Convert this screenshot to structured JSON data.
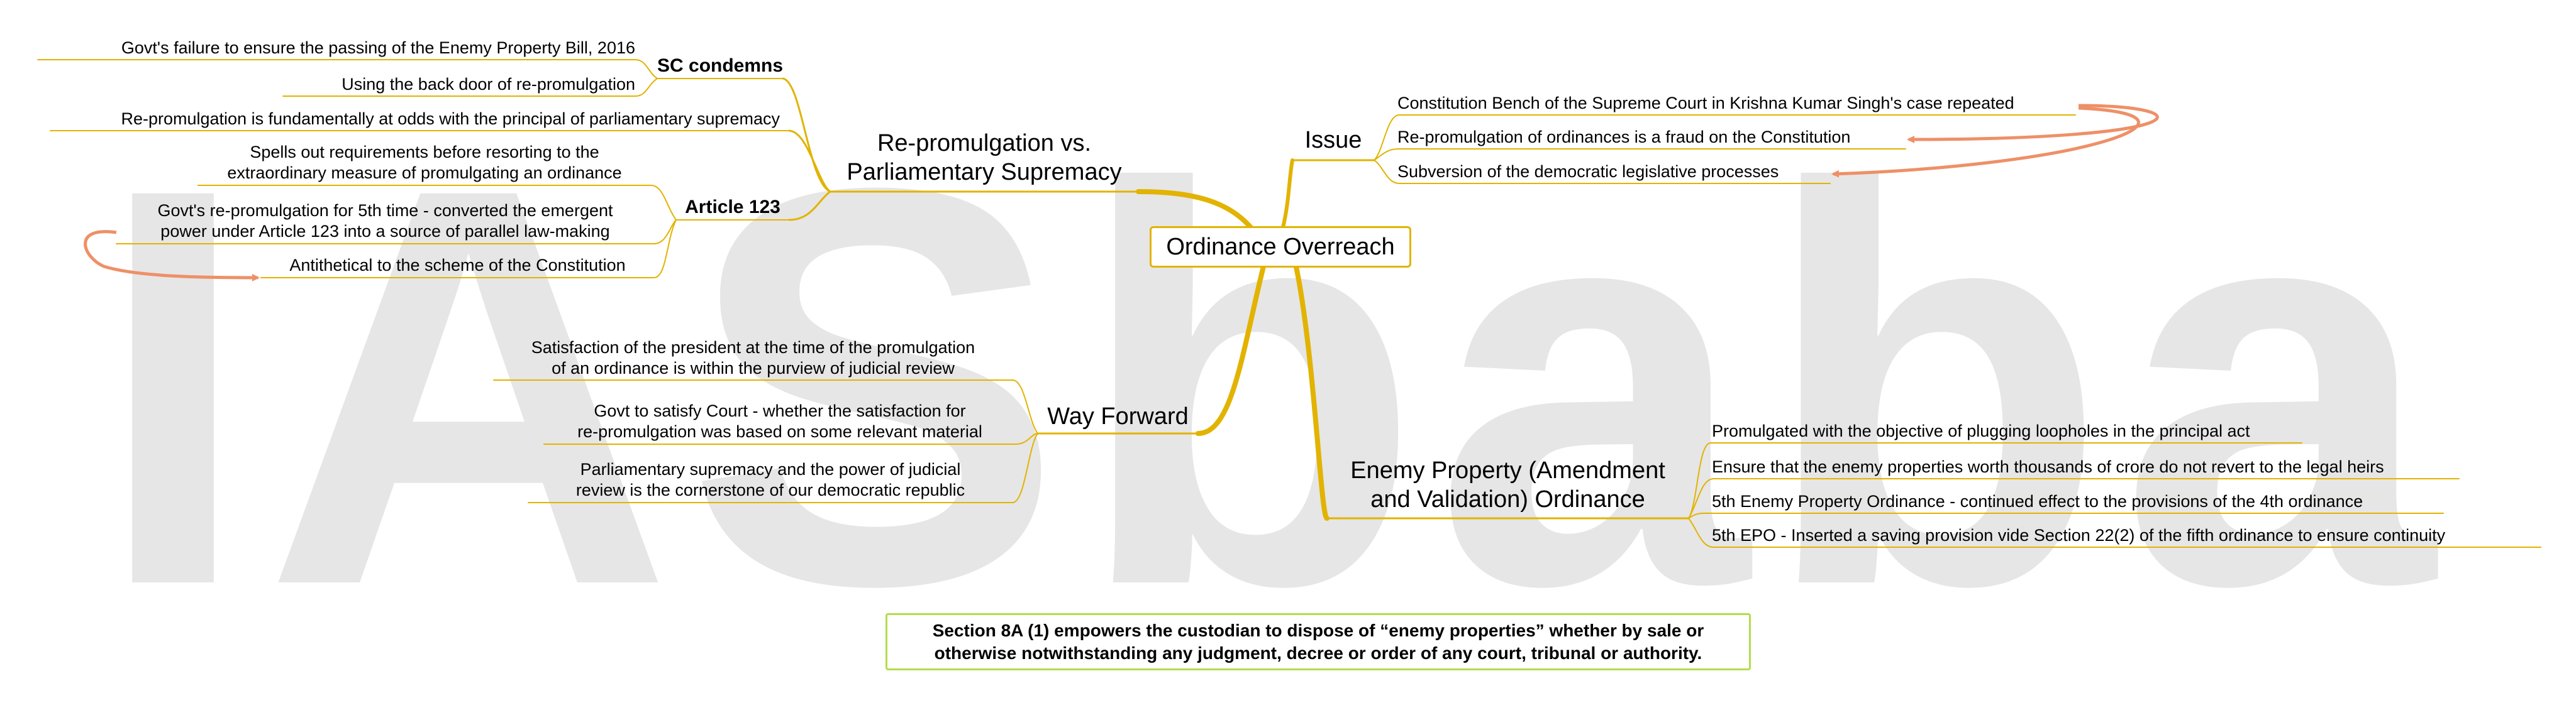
{
  "watermark": "IASbaba",
  "central": "Ordinance Overreach",
  "branches": {
    "repromulgation": {
      "title_line1": "Re-promulgation vs.",
      "title_line2": "Parliamentary Supremacy",
      "sc_condemns": {
        "label": "SC condemns",
        "items": [
          "Govt's failure to ensure the passing of the Enemy Property Bill, 2016",
          "Using the back door of re-promulgation"
        ]
      },
      "direct_item": "Re-promulgation is fundamentally at odds with the principal of parliamentary supremacy",
      "article_123": {
        "label": "Article 123",
        "item1_line1": "Spells out requirements before resorting to the",
        "item1_line2": "extraordinary measure of promulgating an ordinance",
        "item2_line1": "Govt's re-promulgation for 5th time - converted the emergent",
        "item2_line2": "power under Article 123 into a source of parallel law-making",
        "item3": "Antithetical to the scheme of the Constitution"
      }
    },
    "issue": {
      "title": "Issue",
      "items": [
        "Constitution Bench of the Supreme Court in Krishna Kumar Singh's case repeated",
        "Re-promulgation of ordinances is a fraud on the Constitution",
        "Subversion of the democratic legislative processes"
      ]
    },
    "way_forward": {
      "title": "Way Forward",
      "item1_line1": "Satisfaction of the president at the time of the promulgation",
      "item1_line2": "of an ordinance is within the purview of judicial review",
      "item2_line1": "Govt to satisfy Court - whether the satisfaction for",
      "item2_line2": "re-promulgation was based on some relevant material",
      "item3_line1": "Parliamentary supremacy and the power of judicial",
      "item3_line2": "review is the cornerstone of our democratic republic"
    },
    "enemy_property": {
      "title_line1": "Enemy Property (Amendment",
      "title_line2": "and Validation) Ordinance",
      "items": [
        "Promulgated with the objective of plugging loopholes in the principal act",
        "Ensure that the enemy properties worth thousands of crore do not revert to the legal heirs",
        "5th Enemy Property Ordinance - continued effect to the provisions of the 4th ordinance",
        "5th EPO -  Inserted a saving provision vide Section 22(2) of the fifth ordinance to ensure continuity"
      ]
    }
  },
  "summary": {
    "line1": "Section 8A (1) empowers the custodian to dispose of “enemy properties” whether by sale or",
    "line2": "otherwise notwithstanding any judgment, decree or order of any court, tribunal or authority."
  },
  "colors": {
    "branch": "#e2b300",
    "arrow": "#ee9067",
    "summary_border": "#b4dc4e",
    "watermark": "#e6e6e6"
  }
}
